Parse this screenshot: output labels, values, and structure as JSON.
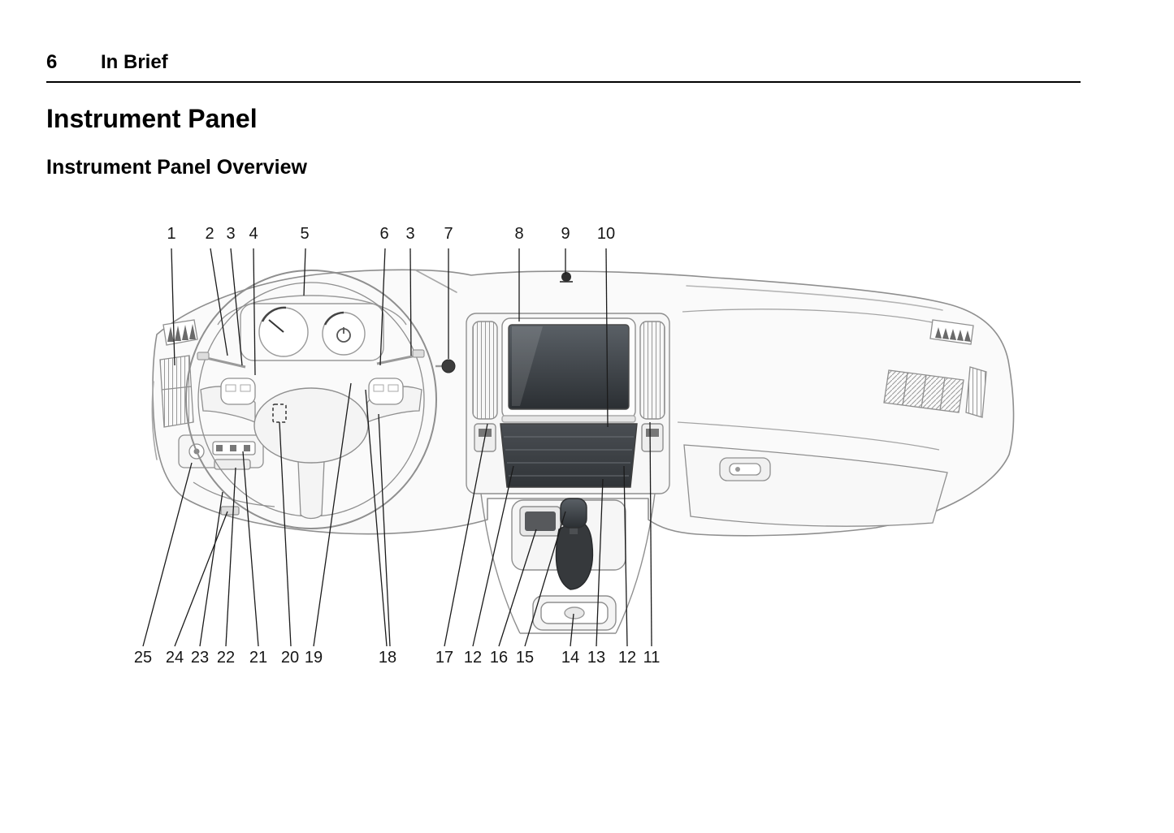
{
  "header": {
    "page_number": "6",
    "section": "In Brief"
  },
  "headings": {
    "title": "Instrument Panel",
    "subtitle": "Instrument Panel Overview"
  },
  "figure": {
    "top_callouts": [
      "1",
      "2",
      "3",
      "4",
      "5",
      "6",
      "3",
      "7",
      "8",
      "9",
      "10"
    ],
    "bottom_callouts": [
      "25",
      "24",
      "23",
      "22",
      "21",
      "20",
      "19",
      "18",
      "17",
      "12",
      "16",
      "15",
      "14",
      "13",
      "12",
      "11"
    ]
  }
}
